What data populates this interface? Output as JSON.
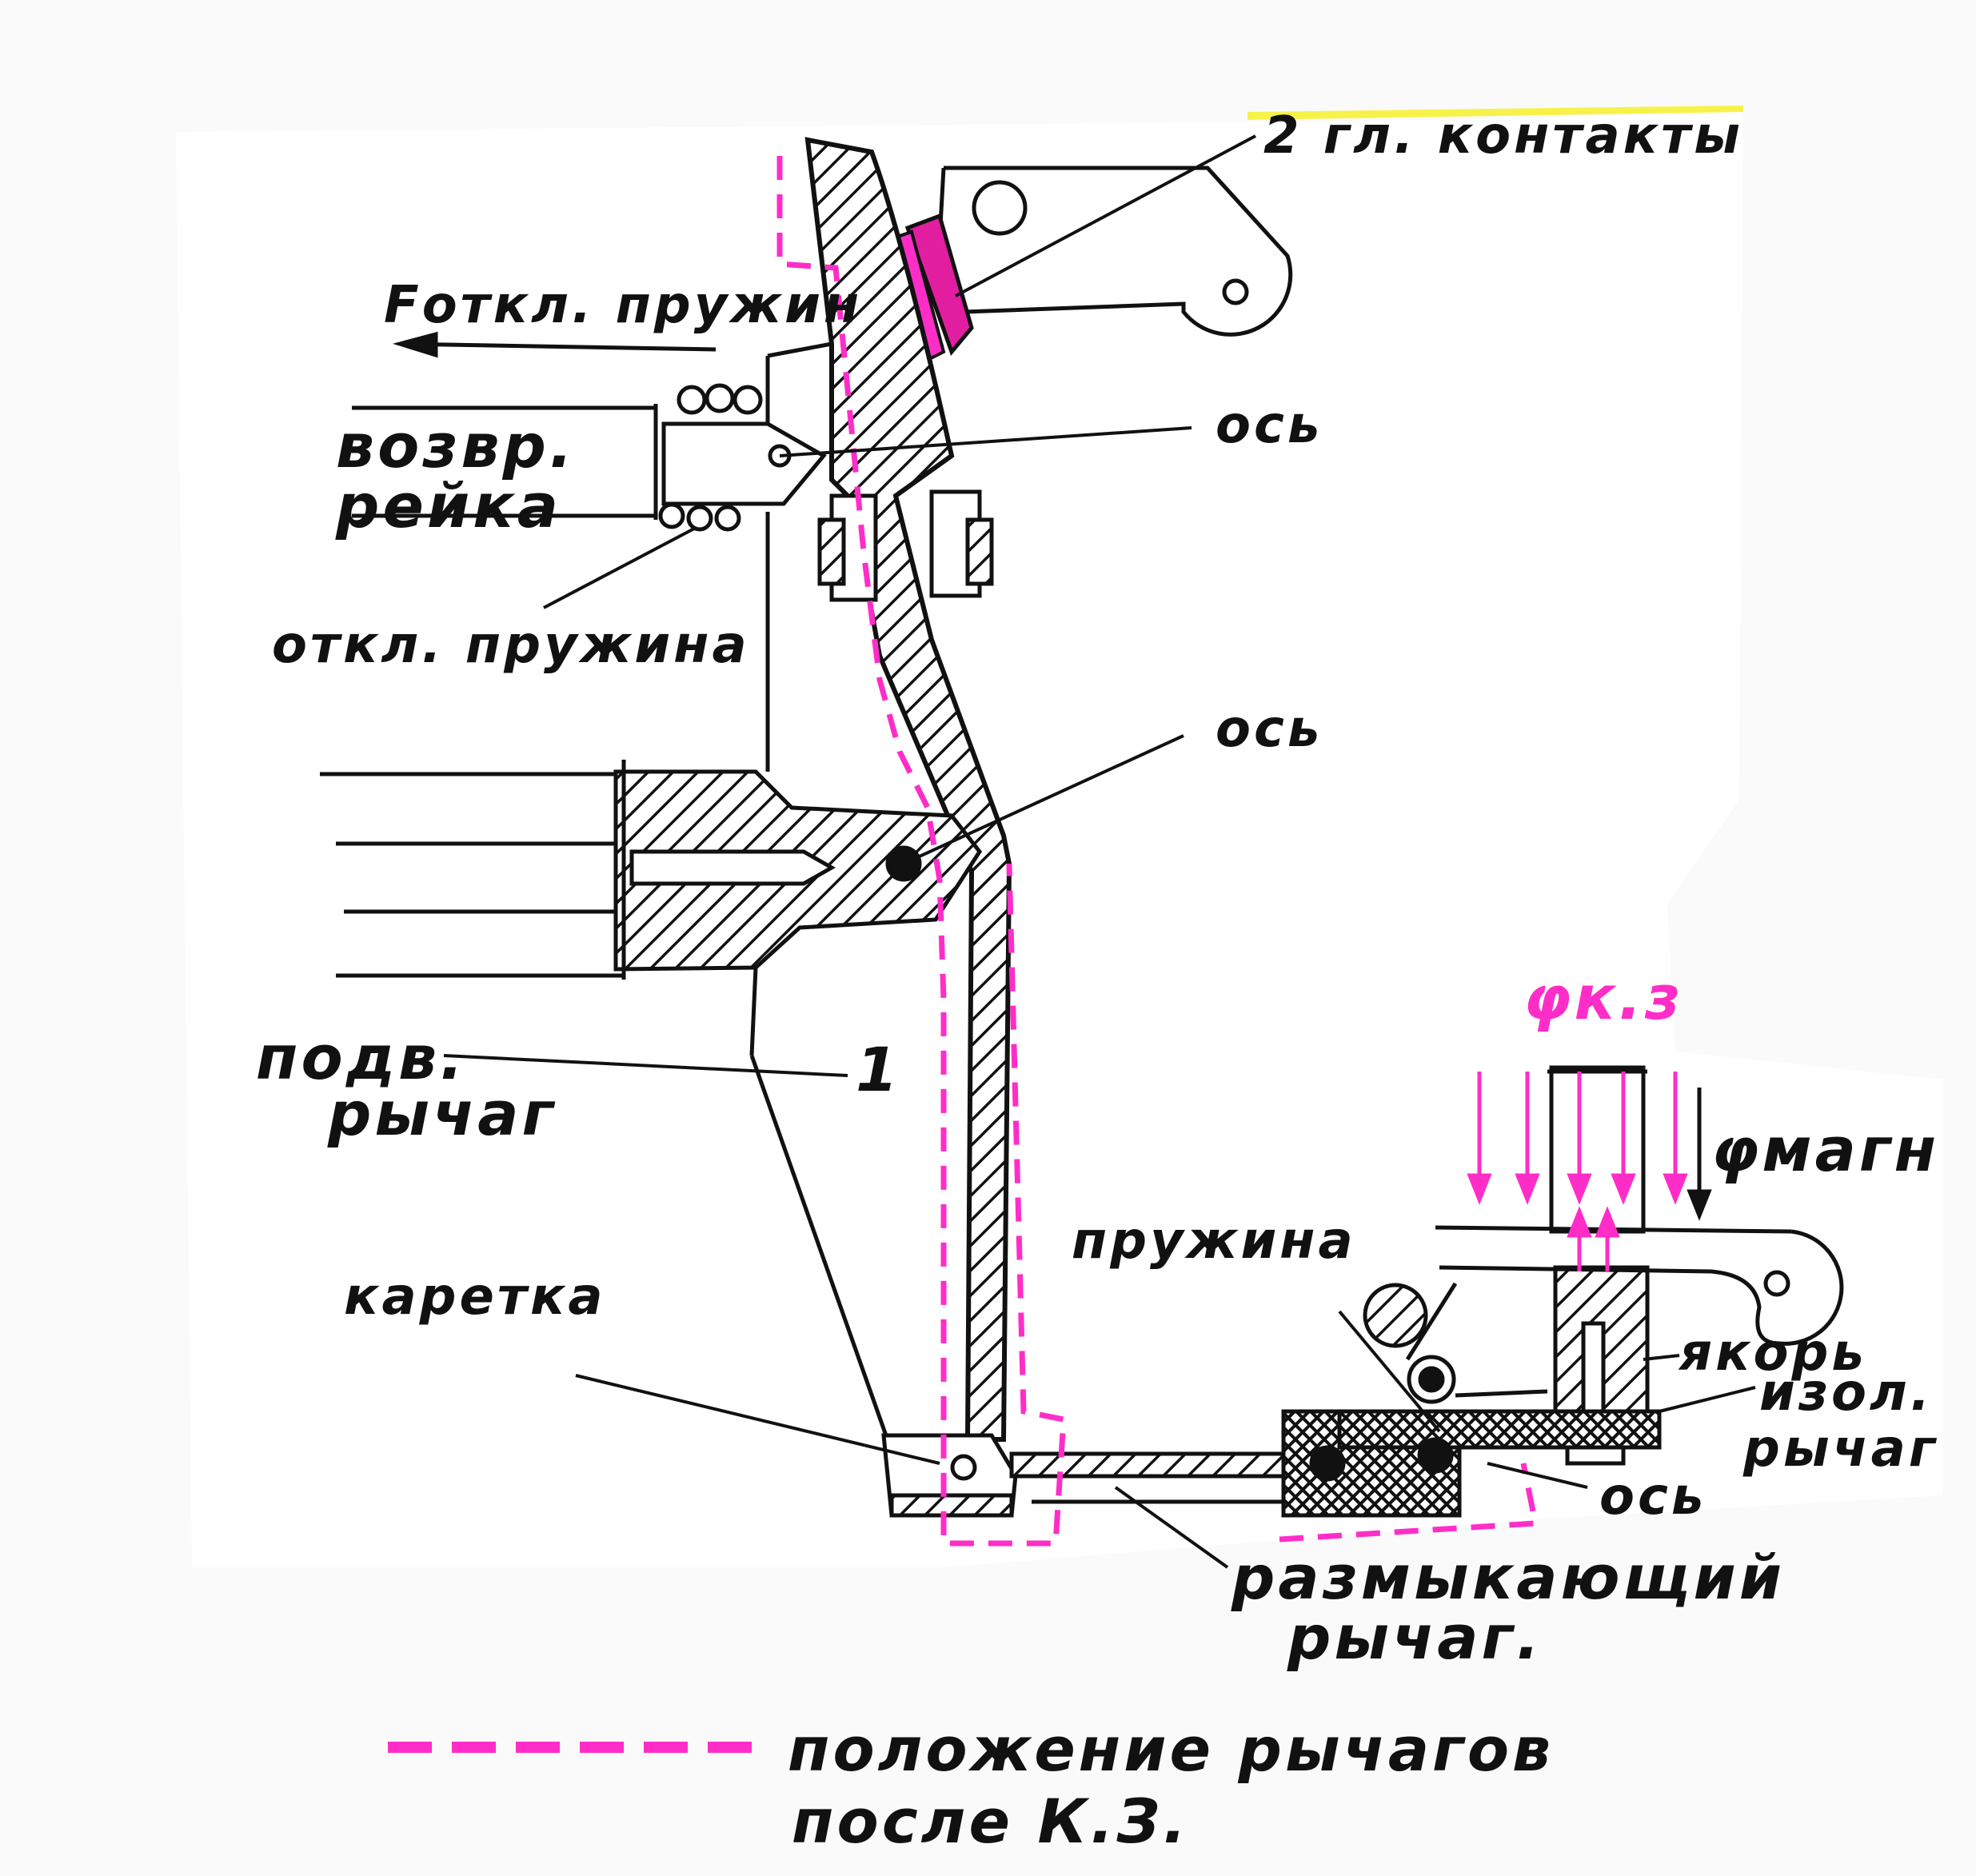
{
  "labels": {
    "main_contacts": "2 гл. контакты",
    "f_spring": "Fоткл. пружин",
    "axis_top": "ось",
    "return_rack_l1": "возвр.",
    "return_rack_l2": "рейка",
    "off_spring": "откл. пружина",
    "axis_mid": "ось",
    "movable_lever_l1": "подв.",
    "movable_lever_l2": "рычаг",
    "number_1": "1",
    "phi_kz": "φк.з",
    "phi_magn": "φмагн",
    "spring": "пружина",
    "carriage": "каретка",
    "armature": "якорь",
    "insul_lever_l1": "изол.",
    "insul_lever_l2": "рычаг",
    "axis_bottom": "ось",
    "opening_lever_l1": "размыкающий",
    "opening_lever_l2": "рычаг.",
    "legend_l1": "положение рычагов",
    "legend_l2": "после К.З."
  },
  "colors": {
    "ink": "#111111",
    "pink": "#ff2dc8",
    "paper": "#ffffff",
    "yellow_strip": "#f7f24a"
  }
}
